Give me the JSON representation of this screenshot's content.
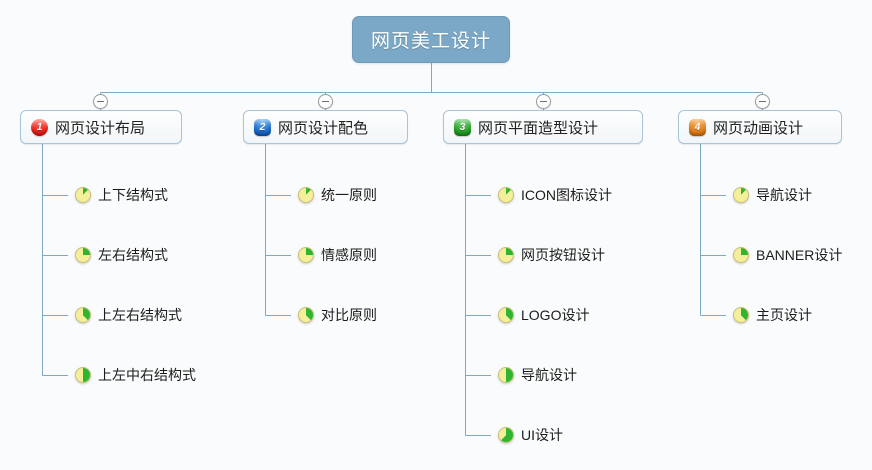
{
  "diagram": {
    "type": "mind-map",
    "background_color": "#fafbfc",
    "line_color": "#7fa8c4",
    "root": {
      "label": "网页美工设计",
      "color": "#7ba8c6",
      "text_color": "#ffffff"
    },
    "branches": [
      {
        "number": "1",
        "label": "网页设计布局",
        "badge_color": "#e8201a",
        "badge_shape": "circle",
        "collapse_icon": "minus-circle-icon",
        "children": [
          {
            "label": "上下结构式",
            "icon": "pie-progress-icon",
            "progress": 12
          },
          {
            "label": "左右结构式",
            "icon": "pie-progress-icon",
            "progress": 25
          },
          {
            "label": "上左右结构式",
            "icon": "pie-progress-icon",
            "progress": 38
          },
          {
            "label": "上左中右结构式",
            "icon": "pie-progress-icon",
            "progress": 50
          }
        ]
      },
      {
        "number": "2",
        "label": "网页设计配色",
        "badge_color": "#1767c8",
        "badge_shape": "rounded-square",
        "collapse_icon": "minus-circle-icon",
        "children": [
          {
            "label": "统一原则",
            "icon": "pie-progress-icon",
            "progress": 12
          },
          {
            "label": "情感原则",
            "icon": "pie-progress-icon",
            "progress": 25
          },
          {
            "label": "对比原则",
            "icon": "pie-progress-icon",
            "progress": 38
          }
        ]
      },
      {
        "number": "3",
        "label": "网页平面造型设计",
        "badge_color": "#22a022",
        "badge_shape": "rounded-square",
        "collapse_icon": "minus-circle-icon",
        "children": [
          {
            "label": "ICON图标设计",
            "icon": "pie-progress-icon",
            "progress": 12
          },
          {
            "label": "网页按钮设计",
            "icon": "pie-progress-icon",
            "progress": 25
          },
          {
            "label": "LOGO设计",
            "icon": "pie-progress-icon",
            "progress": 38
          },
          {
            "label": "导航设计",
            "icon": "pie-progress-icon",
            "progress": 50
          },
          {
            "label": "UI设计",
            "icon": "pie-progress-icon",
            "progress": 62
          }
        ]
      },
      {
        "number": "4",
        "label": "网页动画设计",
        "badge_color": "#e07d18",
        "badge_shape": "rounded-square",
        "collapse_icon": "minus-circle-icon",
        "children": [
          {
            "label": "导航设计",
            "icon": "pie-progress-icon",
            "progress": 12
          },
          {
            "label": "BANNER设计",
            "icon": "pie-progress-icon",
            "progress": 25
          },
          {
            "label": "主页设计",
            "icon": "pie-progress-icon",
            "progress": 38
          }
        ]
      }
    ]
  }
}
